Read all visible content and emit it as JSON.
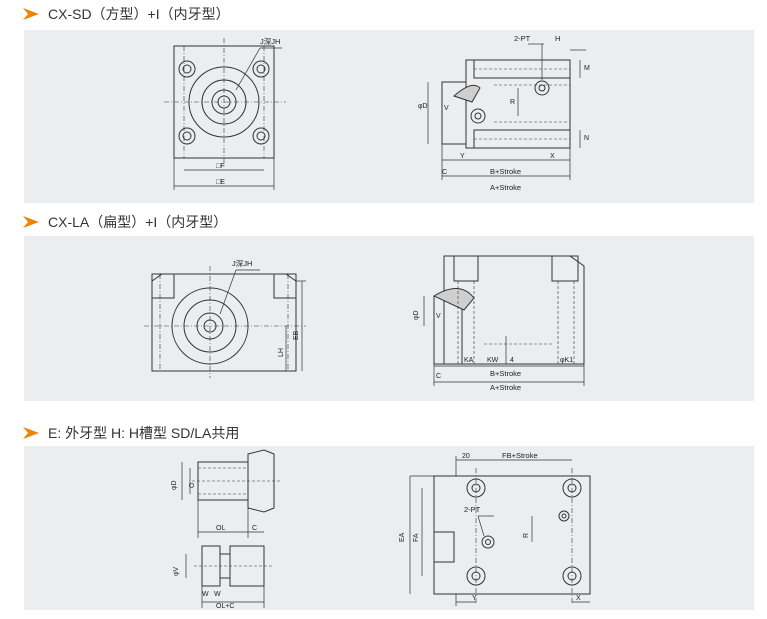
{
  "accent_color": "#f08300",
  "sections": [
    {
      "title": "CX-SD（方型）+I（内牙型）",
      "labels": {
        "jjh": "J深JH",
        "f": "□F",
        "e": "□E",
        "pt": "2-PT",
        "h": "H",
        "m": "M",
        "n": "N",
        "phi_d": "φD",
        "v": "V",
        "r": "R",
        "y": "Y",
        "x": "X",
        "c": "C",
        "b_stroke": "B+Stroke",
        "a_stroke": "A+Stroke"
      }
    },
    {
      "title": "CX-LA（扁型）+I（内牙型）",
      "labels": {
        "jjh": "J深JH",
        "eb": "EB",
        "lh": "LH",
        "phi_d": "φD",
        "v": "V",
        "ka": "KA",
        "kw": "KW",
        "four": "4",
        "phi_k1": "φK1",
        "c": "C",
        "b_stroke": "B+Stroke",
        "a_stroke": "A+Stroke"
      }
    },
    {
      "title": "E: 外牙型 H: H槽型 SD/LA共用",
      "labels": {
        "phi_d": "φD",
        "o": "O",
        "ol": "OL",
        "c": "C",
        "phi_v": "φV",
        "w": "W",
        "w2": "W",
        "olc": "OL+C",
        "twenty": "20",
        "fb_stroke": "FB+Stroke",
        "ea": "EA",
        "fa": "FA",
        "pt": "2-PT",
        "r": "R",
        "y": "Y",
        "x": "X"
      }
    }
  ]
}
